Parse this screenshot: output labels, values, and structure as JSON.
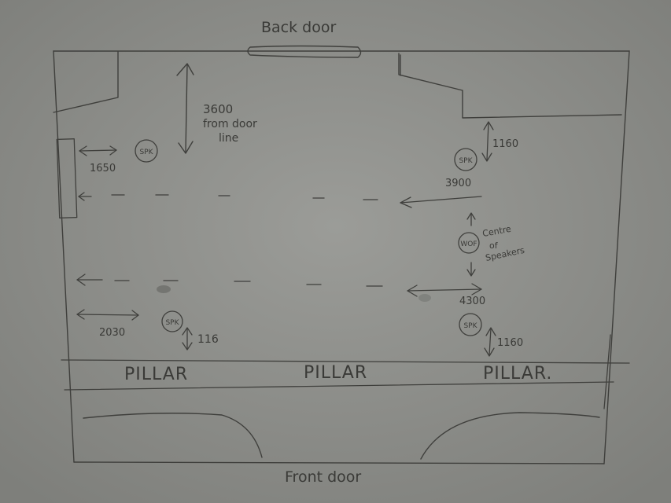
{
  "labels": {
    "back_door": "Back door",
    "front_door": "Front door",
    "dist_3600_a": "3600",
    "dist_3600_b": "from door",
    "dist_3600_c": "line",
    "dist_1650": "1650",
    "dist_1160_top": "1160",
    "dist_3900": "3900",
    "dist_2030": "2030",
    "dist_116": "116",
    "dist_4300": "4300",
    "dist_1160_bottom": "1160",
    "centre_a": "Centre",
    "centre_b": "of",
    "centre_c": "Speakers",
    "pillar_1": "PILLAR",
    "pillar_2": "PILLAR",
    "pillar_3": "PILLAR."
  },
  "symbols": {
    "spk_top_left": "SPK",
    "spk_top_right": "SPK",
    "spk_bottom_left": "SPK",
    "spk_bottom_right": "SPK",
    "woofer": "WOF"
  }
}
